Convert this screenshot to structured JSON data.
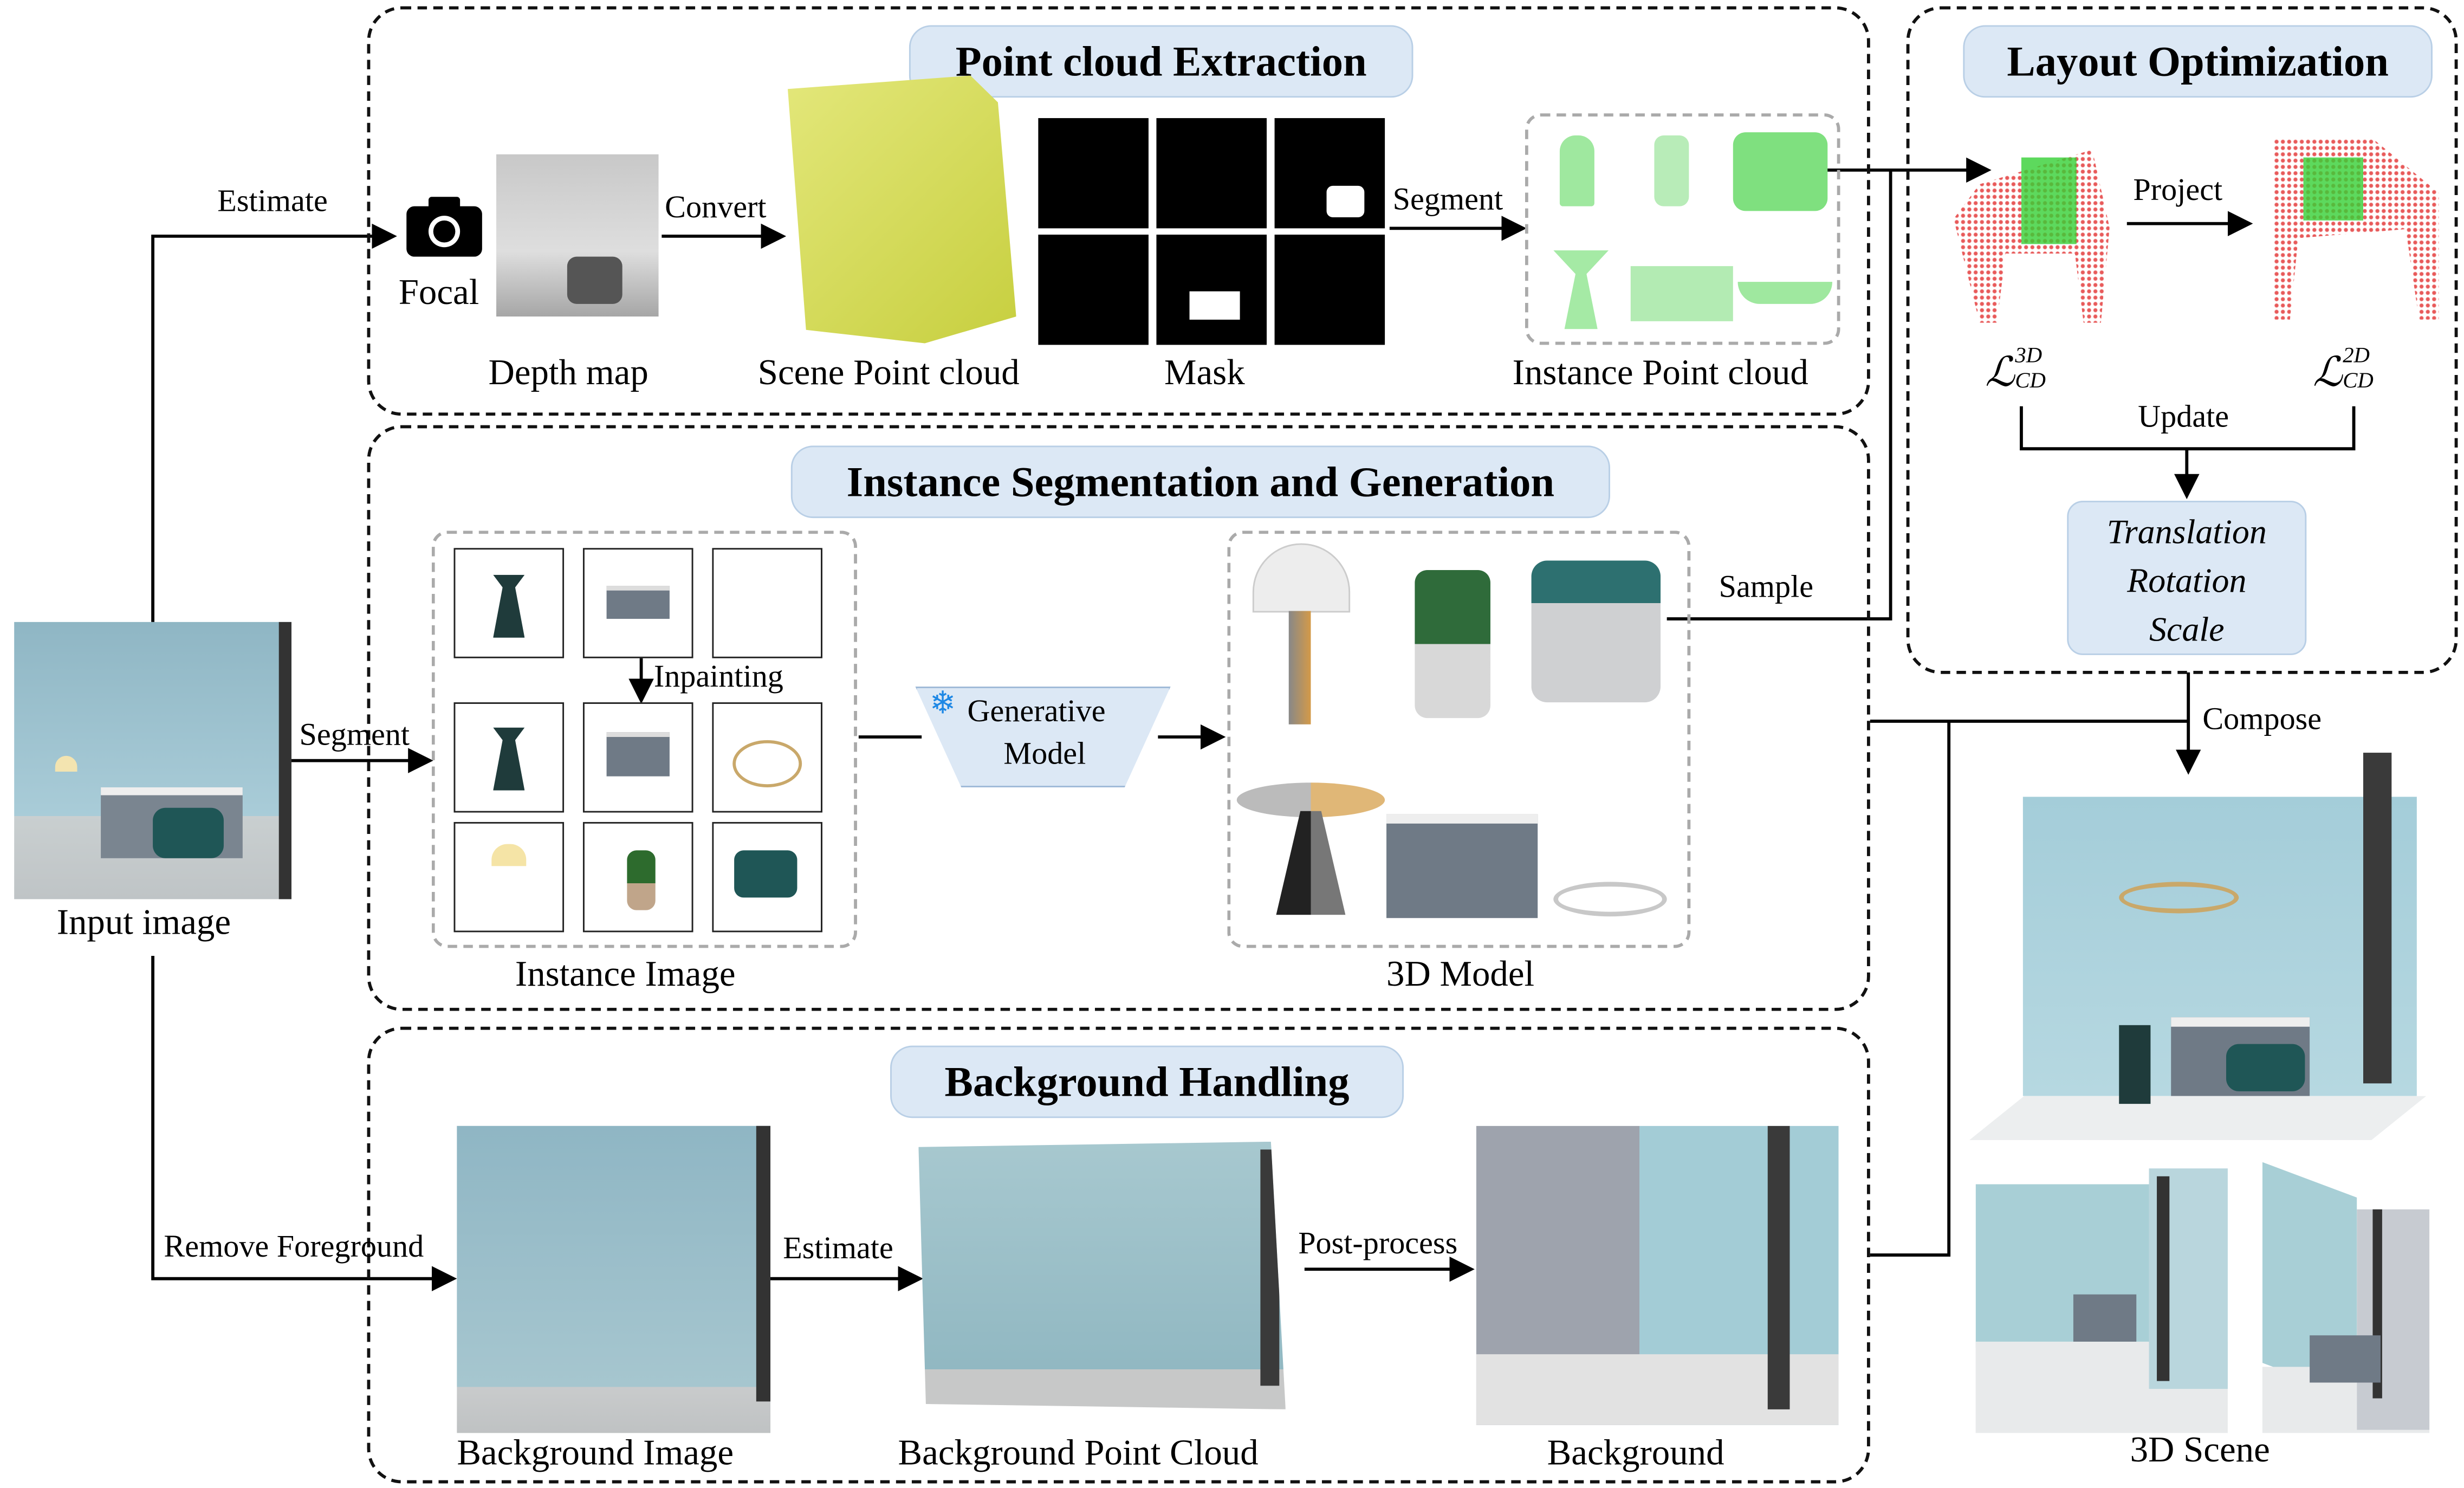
{
  "sections": {
    "point_cloud": "Point cloud Extraction",
    "instance_seg": "Instance Segmentation and Generation",
    "background": "Background Handling",
    "layout": "Layout Optimization"
  },
  "labels": {
    "estimate_top": "Estimate",
    "focal": "Focal",
    "depth_map": "Depth map",
    "convert": "Convert",
    "scene_point_cloud": "Scene Point cloud",
    "mask": "Mask",
    "segment_top": "Segment",
    "instance_point_cloud": "Instance Point cloud",
    "input_image": "Input image",
    "segment_left": "Segment",
    "inpainting": "Inpainting",
    "generative_model_1": "Generative",
    "generative_model_2": "Model",
    "instance_image": "Instance Image",
    "model_3d": "3D Model",
    "sample": "Sample",
    "remove_foreground": "Remove Foreground",
    "background_image": "Background Image",
    "estimate_bottom": "Estimate",
    "background_point_cloud": "Background Point Cloud",
    "post_process": "Post-process",
    "background_out": "Background",
    "project": "Project",
    "loss_3d": "ℒ",
    "loss_3d_sup": "3D",
    "loss_3d_sub": "CD",
    "loss_2d": "ℒ",
    "loss_2d_sup": "2D",
    "loss_2d_sub": "CD",
    "update": "Update",
    "params": [
      "Translation",
      "Rotation",
      "Scale"
    ],
    "compose": "Compose",
    "scene_3d": "3D Scene"
  },
  "colors": {
    "title_bg": "#dce8f5",
    "wall": "#a9ccd8",
    "point_cloud_yellow": "#d6dc5a",
    "instance_green": "#8fe88f",
    "pc_red": "#e03030",
    "pc_green": "#22d022",
    "snowflake": "#1e88e5"
  },
  "icons": [
    "camera-icon",
    "snowflake-icon"
  ]
}
